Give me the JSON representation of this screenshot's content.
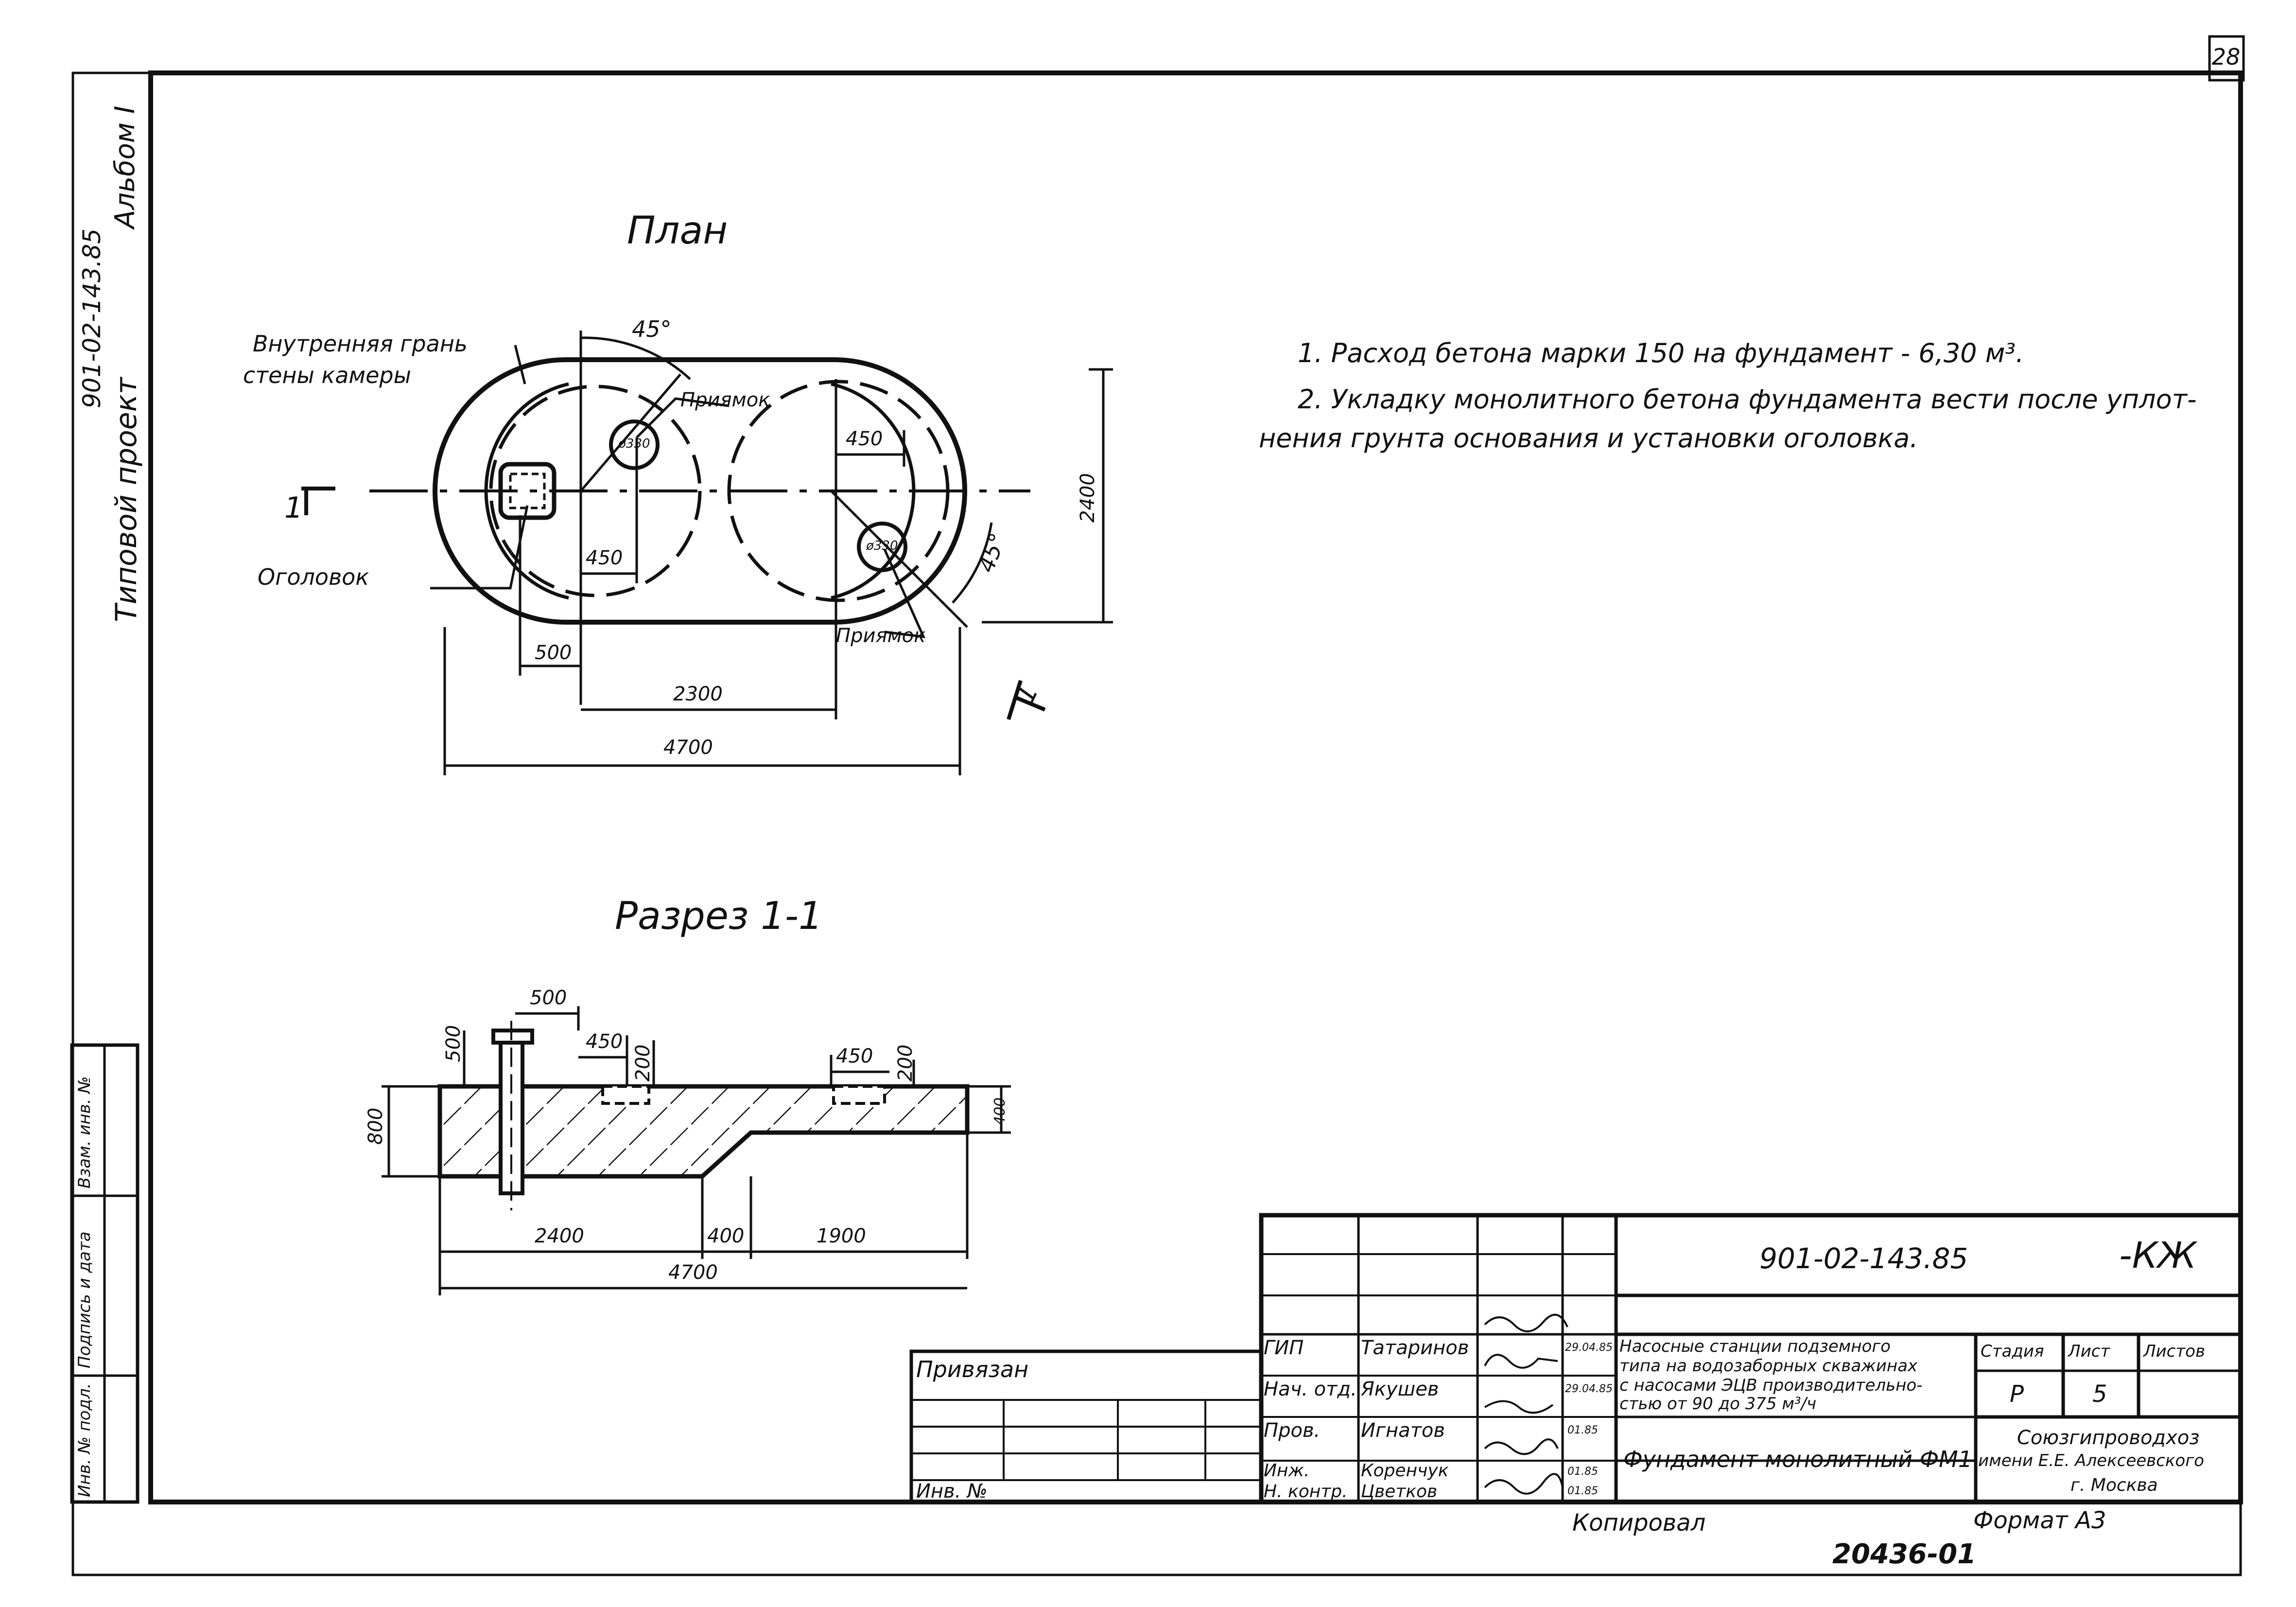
{
  "page_number": "28",
  "side": {
    "code": "901-02-143.85",
    "project": "Типовой проект",
    "album": "Альбом I"
  },
  "left_columns": [
    "Инв. № подл.",
    "Подпись и дата",
    "Взам. инв. №"
  ],
  "plan": {
    "title": "План",
    "angle_top": "45°",
    "angle_right": "45°",
    "inner_face_1": "Внутренняя грань",
    "inner_face_2": "стены камеры",
    "sump_top": "Приямок",
    "sump_bottom": "Приямок",
    "head": "Оголовок",
    "section_mark": "1",
    "section_mark_2": "1",
    "d1": "ø330",
    "d2": "ø330",
    "dim_450_right": "450",
    "dim_450_left": "450",
    "dim_2400": "2400",
    "dim_500": "500",
    "dim_2300": "2300",
    "dim_4700": "4700"
  },
  "notes": [
    "1. Расход бетона марки 150 на фундамент - 6,30 м³.",
    "2. Укладку монолитного бетона фундамента вести после уплот-",
    "нения грунта основания и установки оголовка."
  ],
  "section": {
    "title": "Разрез 1-1",
    "dim_500_top": "500",
    "dim_500_side": "500",
    "dim_450_a": "450",
    "dim_200_a": "200",
    "dim_450_b": "450",
    "dim_200_b": "200",
    "dim_800": "800",
    "dim_400": "400",
    "dim_2400": "2400",
    "dim_400_mid": "400",
    "dim_1900": "1900",
    "dim_4700": "4700"
  },
  "title_block": {
    "code": "901-02-143.85",
    "suffix": "-КЖ",
    "attached": "Привязан",
    "inv": "Инв. №",
    "roles": [
      "ГИП",
      "Нач. отд.",
      "Пров.",
      "Инж.",
      "Н. контр."
    ],
    "names": [
      "Татаринов",
      "Якушев",
      "Игнатов",
      "Коренчук",
      "Цветков"
    ],
    "dates": [
      "29.04.85",
      "29.04.85",
      "01.85",
      "01.85",
      "01.85"
    ],
    "desc": [
      "Насосные станции подземного",
      "типа на водозаборных скважинах",
      "с насосами ЭЦВ производительно-",
      "стью от 90 до 375 м³/ч"
    ],
    "sheet_title": "Фундамент монолитный ФМ1",
    "stage_h": "Стадия",
    "sheet_h": "Лист",
    "sheets_h": "Листов",
    "stage": "Р",
    "sheet": "5",
    "org": [
      "Союзгипроводхоз",
      "имени Е.Е. Алексеевского",
      "г. Москва"
    ]
  },
  "footer": {
    "copied": "Копировал",
    "format": "Формат А3",
    "number": "20436-01"
  }
}
